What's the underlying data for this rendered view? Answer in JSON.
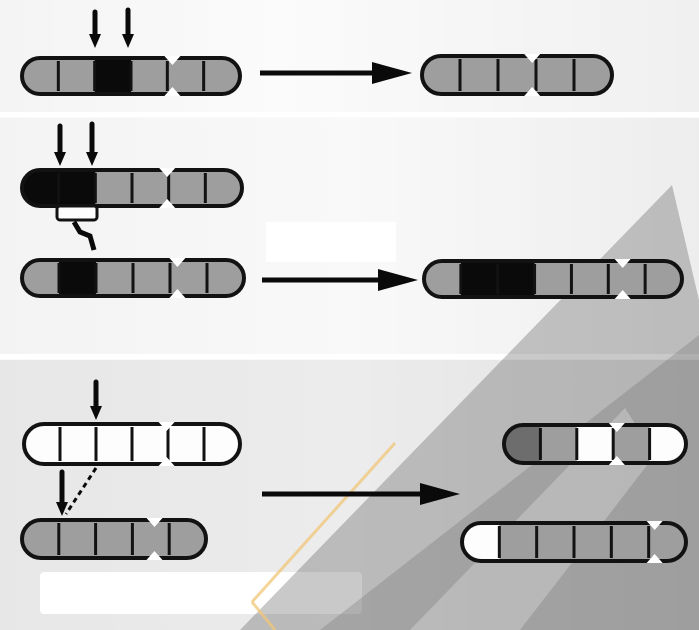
{
  "figure": {
    "panels": [
      {
        "id": "panel-1",
        "description_free": true,
        "source_chromosome": [
          "grey",
          "grey",
          "black",
          "grey",
          "grey",
          "grey"
        ],
        "result_chromosome": [
          "grey",
          "grey",
          "grey",
          "grey",
          "grey"
        ],
        "break_arrows": 2
      },
      {
        "id": "panel-2",
        "source_chromosome": [
          "black",
          "black",
          "grey",
          "grey",
          "grey",
          "grey"
        ],
        "moving_fragment": [
          "white"
        ],
        "target_chromosome": [
          "grey",
          "black",
          "grey",
          "grey",
          "grey",
          "grey"
        ],
        "result_chromosome": [
          "grey",
          "black",
          "black",
          "grey",
          "grey",
          "grey",
          "grey"
        ],
        "break_arrows": 2
      },
      {
        "id": "panel-3",
        "source_chromosome": [
          "white",
          "white",
          "white",
          "white",
          "white",
          "white"
        ],
        "target_chromosome": [
          "grey",
          "grey",
          "grey",
          "grey",
          "grey"
        ],
        "result_top": [
          "darkgrey",
          "grey",
          "white",
          "grey",
          "white"
        ],
        "result_bottom": [
          "white",
          "grey",
          "grey",
          "grey",
          "grey",
          "grey"
        ],
        "break_arrows": 2
      }
    ]
  },
  "colors": {
    "black": "#0a0a0a",
    "grey": "#9e9e9e",
    "darkgrey": "#6d6d6d",
    "white": "#fdfdfd",
    "outline": "#121212",
    "overlay": "#3c3c3c",
    "overlay_line": "#f2c677"
  },
  "icons": {
    "break_arrow": "down-arrow-icon",
    "process_arrow": "right-arrow-icon"
  }
}
